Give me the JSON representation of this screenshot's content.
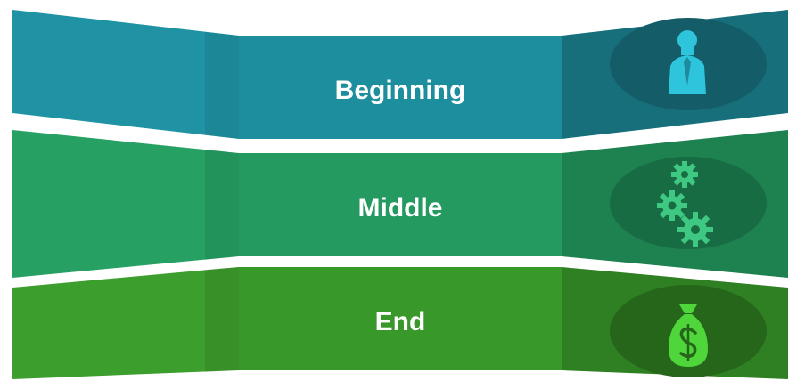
{
  "stages": [
    {
      "label": "Beginning",
      "icon": "person-icon",
      "colors": {
        "left": "#1f93a4",
        "center": "#1d8e9e",
        "right": "#176f7c",
        "circle": "#135c68",
        "icon": "#2ec4dc"
      }
    },
    {
      "label": "Middle",
      "icon": "gears-icon",
      "colors": {
        "left": "#27a064",
        "center": "#249960",
        "right": "#1e8150",
        "circle": "#186c43",
        "icon": "#3fc882"
      }
    },
    {
      "label": "End",
      "icon": "money-bag-icon",
      "colors": {
        "left": "#3c9e2c",
        "center": "#389829",
        "right": "#2f7f23",
        "circle": "#25661b",
        "icon": "#4fd63a"
      }
    }
  ]
}
